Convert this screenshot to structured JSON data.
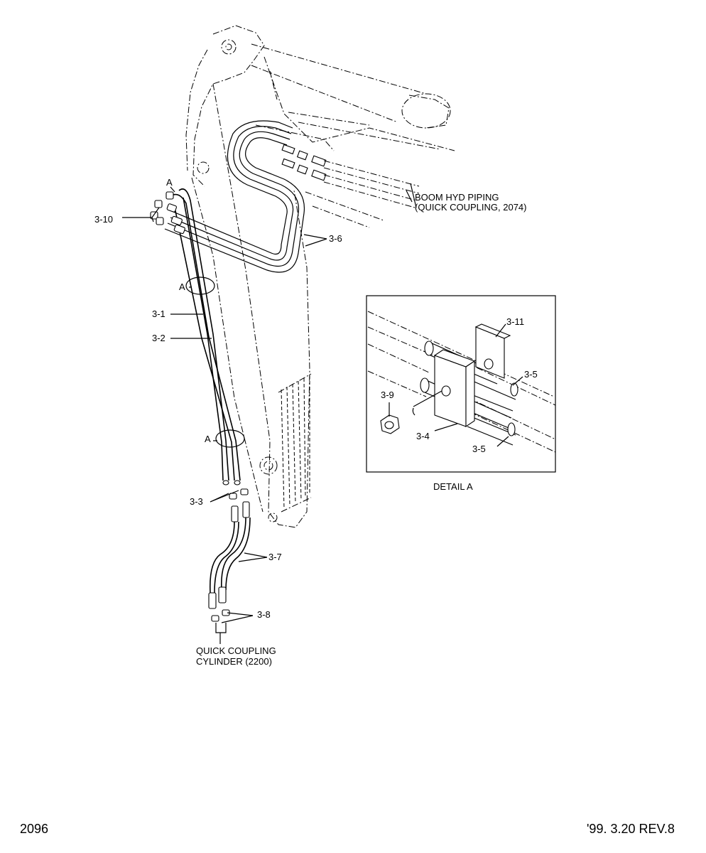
{
  "callouts": {
    "c3_10": "3-10",
    "c3_6": "3-6",
    "c3_1": "3-1",
    "c3_2": "3-2",
    "c3_3": "3-3",
    "c3_7": "3-7",
    "c3_8": "3-8",
    "c3_11": "3-11",
    "c3_5a": "3-5",
    "c3_5b": "3-5",
    "c3_9": "3-9",
    "c3_4": "3-4",
    "a1": "A",
    "a2": "A",
    "a3": "A"
  },
  "notes": {
    "boom_line1": "BOOM HYD PIPING",
    "boom_line2": "(QUICK COUPLING, 2074)",
    "qc_line1": "QUICK COUPLING",
    "qc_line2": "CYLINDER (2200)",
    "detail_title": "DETAIL A"
  },
  "footer": {
    "page_number": "2096",
    "revision": "'99. 3.20 REV.8"
  }
}
